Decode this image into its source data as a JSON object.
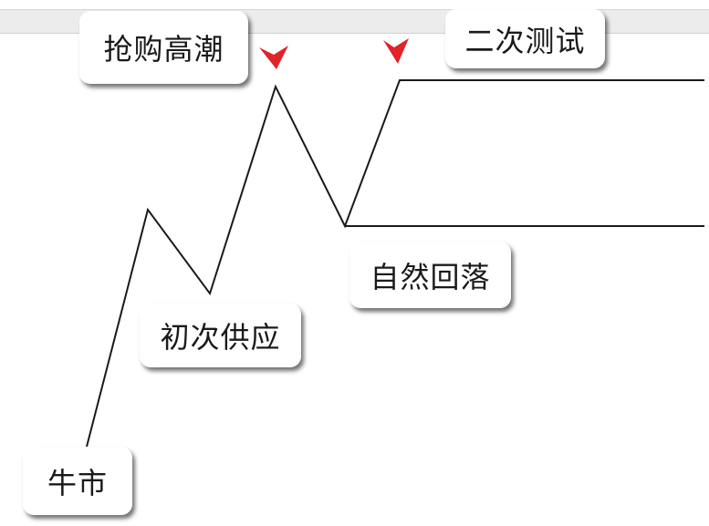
{
  "labels": {
    "bull_market": "牛市",
    "preliminary_supply": "初次供应",
    "buying_climax": "抢购高潮",
    "automatic_reaction": "自然回落",
    "secondary_test": "二次测试"
  },
  "colors": {
    "line": "#1a1a1a",
    "arrow": "#e0242a",
    "band": "#ececec"
  },
  "icons": [
    "arrow-down-icon",
    "arrow-down-icon"
  ]
}
